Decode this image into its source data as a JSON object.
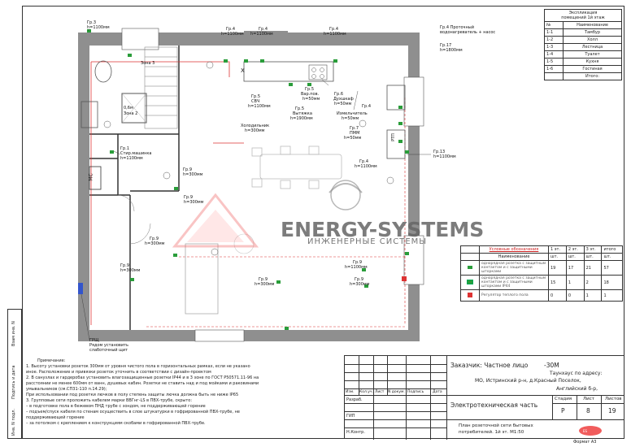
{
  "explication": {
    "title_line1": "Экспликация",
    "title_line2": "помещений 1й этаж",
    "col_num": "№",
    "col_name": "Наименование",
    "rows": [
      {
        "num": "1-1",
        "name": "Тамбур"
      },
      {
        "num": "1-2",
        "name": "Холл"
      },
      {
        "num": "1-3",
        "name": "Лестница"
      },
      {
        "num": "1-4",
        "name": "Туалет"
      },
      {
        "num": "1-5",
        "name": "Кухня"
      },
      {
        "num": "1-6",
        "name": "Гостиная"
      },
      {
        "num": "",
        "name": "Итого:"
      }
    ]
  },
  "legend": {
    "title": "Условные обозначения",
    "name_header": "Наименование",
    "floors": [
      "1 эт.",
      "2 эт.",
      "3 эт.",
      "итого"
    ],
    "unit": "шт.",
    "items": [
      {
        "name": "однорядная розетка с защитным контактом и с защитными шторками",
        "values": [
          "19",
          "17",
          "21",
          "57"
        ]
      },
      {
        "name": "однорядная розетка с защитным контактом и с защитными шторками IP44",
        "values": [
          "15",
          "1",
          "2",
          "18"
        ]
      },
      {
        "name": "Регулятор теплого пола",
        "values": [
          "0",
          "0",
          "1",
          "1"
        ]
      }
    ]
  },
  "plan_labels": {
    "gr3": "Гр.3",
    "h1100a": "h=1100мм",
    "gr4a": "Гр.4",
    "h1100b": "h=1100мм",
    "gr4b": "Гр.4",
    "h1100c": "h=1100мм",
    "gr4c": "Гр.4",
    "h1100d": "h=1100мм",
    "gr_boiler": "Гр.4 Проточный водонагреватель + насос",
    "gr17": "Гр.17",
    "h1800": "h=1800мм",
    "zone3": "Зона 3",
    "zone2": "Зона 2",
    "zone1": "0,6м",
    "gr5_svch": "Гр.5",
    "svch": "СВЧ",
    "h1100e": "h=1100мм",
    "gr5_vap": "Гр.5",
    "vap": "Вар.пов.",
    "h50a": "h=50мм",
    "gr5_vyt": "Гр.5",
    "vyt": "Вытяжка",
    "h1900": "h=1900мм",
    "gr6": "Гр.6",
    "dukhovka": "Духшкаф",
    "h50b": "h=50мм",
    "gr4_izm": "Гр.4",
    "izm": "Измельчитель",
    "h50c": "h=50мм",
    "holod": "Холодильник",
    "h300a": "h=300мм",
    "gr7": "Гр.7",
    "pmm": "ПММ",
    "h50d": "h=50мм",
    "gr1": "Гр.1",
    "stir": "Стир.машинка",
    "h1100f": "h=1100мм",
    "gr9a": "Гр.9",
    "h300b": "h=300мм",
    "gr9b": "Гр.9",
    "h300c": "h=300мм",
    "gr9c": "Гр.9",
    "h300d": "h=300мм",
    "gr9d": "Гр.9",
    "h300e": "h=300мм",
    "gr9e": "Гр.9",
    "h300f": "h=300мм",
    "gr9f": "Гр.9",
    "h300g": "h=300мм",
    "gr9g": "Гр.9",
    "h1100g": "h=1100мм",
    "gr13": "Гр.13",
    "h1100h": "h=1100мм",
    "gr4_last": "Гр.4",
    "h1100i": "h=1100мм",
    "rtp": "РТП",
    "mc": "МС",
    "grsch": "ГРЩ",
    "grsch_note1": "Рядом установить",
    "grsch_note2": "слаботочный щит",
    "x_mark": "X"
  },
  "watermark": {
    "brand": "ENERGY-SYSTEMS",
    "sub": "ИНЖЕНЕРНЫЕ СИСТЕМЫ"
  },
  "notes": {
    "title": "Примечание:",
    "lines": [
      "1.  Высоту установки розеток 300мм от уровня чистого пола в горизонтальных рамках, если не указано",
      "иное. Расположение и привязки розеток уточнить в соответствии с дизайн-проектом",
      "2.  В санузлах и гардеробах установить влагозащищенные розетки IP44 и в 3 зоне по ГОСТ Р50571.11-96 на",
      "расстоянии не менее 600мм от ванн, душевых кабин. Розетки не ставить над и под мойками и раковинами",
      "умывальников (см.СП31-110 п.14.29);",
      "При использовании под розетки лючков в полу степень защиты лючка должна быть не ниже IP65",
      "3.  Групповые сети проложить кабелем марки ВВГнг-LS в ПВХ-трубе, скрыто:",
      "–  в подготовке пола в бежевом ПНД трубе с зондом, не поддерживающей горение",
      "–  подъем/спуск кабеля по стенам осуществить в слое штукатурки в гофрированной ПВХ-трубе, не",
      "поддерживающей горение",
      "–  за потолком с креплением к конструкциям скобами в гофрированной ПВХ-трубе."
    ]
  },
  "title_block": {
    "customer": "Заказчик: Частное лицо",
    "code": "-30М",
    "address1": "Таунхаус по адресу:",
    "address2": "МО, Истринский р-н, д.Красный Поселок,",
    "address3": "Английский б-р,",
    "section": "Электротехническая часть",
    "stage_h": "Стадия",
    "sheet_h": "Лист",
    "sheets_h": "Листов",
    "stage": "Р",
    "sheet": "8",
    "sheets": "19",
    "cols": [
      "Изм.",
      "Кол.уч.",
      "Лист",
      "N докум.",
      "Подпись",
      "Дата"
    ],
    "razrab": "Разраб.",
    "gip": "ГИП",
    "nkontr": "Н.Контр.",
    "drawing_title1": "План розеточной сети бытовых",
    "drawing_title2": "потребителей. 1й эт. М1:50",
    "format": "Формат А3"
  },
  "sidebar": {
    "inv": "Инв. N подл.",
    "sign": "Подпись и дата",
    "vzam": "Взам инв. N"
  }
}
